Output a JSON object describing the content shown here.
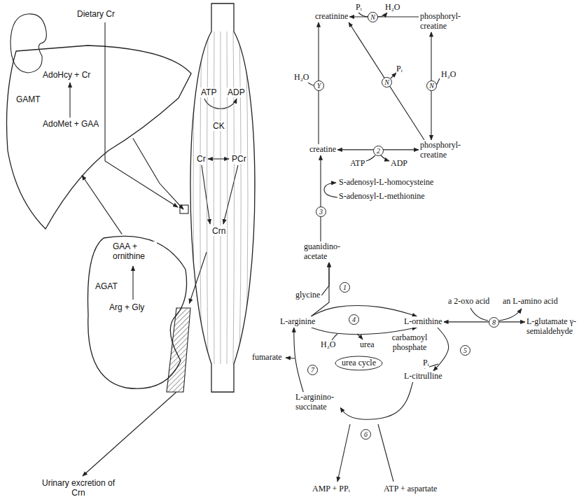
{
  "diagram": {
    "nodes": [
      {
        "text": [
          "AdoHcy + Cr",
          "GAMT",
          "AdoMet + GAA"
        ]
      },
      {
        "text": [
          "GAA + ornithine",
          "AGAT",
          "Arg + Gly"
        ]
      },
      {
        "text": [
          "ATP",
          "ADP",
          "CK",
          "Cr",
          "PCr",
          "Crn"
        ]
      },
      {
        "text": [
          "creatinine"
        ]
      },
      {
        "text": [
          "phosphoryl-creatine"
        ]
      },
      {
        "text": [
          "creatine"
        ]
      },
      {
        "text": [
          "phosphoryl-creatine"
        ]
      },
      {
        "text": [
          "guanidino-acetate"
        ]
      },
      {
        "text": [
          "glycine"
        ]
      },
      {
        "text": [
          "L-arginine"
        ]
      },
      {
        "text": [
          "L-ornithine"
        ]
      },
      {
        "text": [
          "L-citrulline"
        ]
      },
      {
        "text": [
          "L-arginino-succinate"
        ]
      },
      {
        "text": [
          "L-glutamate γ-semialdehyde"
        ]
      },
      {
        "text": [
          "urea cycle"
        ]
      }
    ],
    "edges": [
      {
        "from": 1,
        "to": 0,
        "arrow": "to"
      },
      {
        "from": 0,
        "to": 2,
        "arrow": "to"
      },
      {
        "from": 2,
        "to": 1,
        "arrow": "to"
      },
      {
        "from": 4,
        "to": 3,
        "arrow": "to"
      },
      {
        "from": 5,
        "to": 3,
        "arrow": "to"
      },
      {
        "from": 6,
        "to": 3,
        "arrow": "to"
      },
      {
        "from": 4,
        "to": 6,
        "arrow": "both"
      },
      {
        "from": 5,
        "to": 6,
        "arrow": "both"
      },
      {
        "from": 7,
        "to": 5,
        "arrow": "to"
      },
      {
        "from": 8,
        "to": 7,
        "arrow": "to"
      },
      {
        "from": 9,
        "to": 7,
        "arrow": "to"
      },
      {
        "from": 9,
        "to": 10,
        "arrow": "to"
      },
      {
        "from": 9,
        "to": 10,
        "arrow": "to"
      },
      {
        "from": 10,
        "to": 11,
        "arrow": "to"
      },
      {
        "from": 11,
        "to": 12,
        "arrow": "to"
      },
      {
        "from": 12,
        "to": 9,
        "arrow": "to"
      },
      {
        "from": 10,
        "to": 13,
        "arrow": "both"
      }
    ],
    "labels": [
      "Dietary Cr",
      "Urinary excretion of Crn",
      "Pᵢ",
      "H₂O",
      "N",
      "H₂O",
      "Y",
      "Pᵢ",
      "N",
      "H₂O",
      "N",
      "ATP",
      "ADP",
      "2",
      "S-adenosyl-L-homocysteine",
      "S-adenosyl-L-methionine",
      "3",
      "1",
      "H₂O",
      "urea",
      "4",
      "a 2-oxo acid",
      "an L-amino acid",
      "8",
      "carbamoyl phosphate",
      "5",
      "Pᵢ",
      "fumarate",
      "7",
      "AMP + PPᵢ",
      "ATP + aspartate",
      "6"
    ]
  }
}
